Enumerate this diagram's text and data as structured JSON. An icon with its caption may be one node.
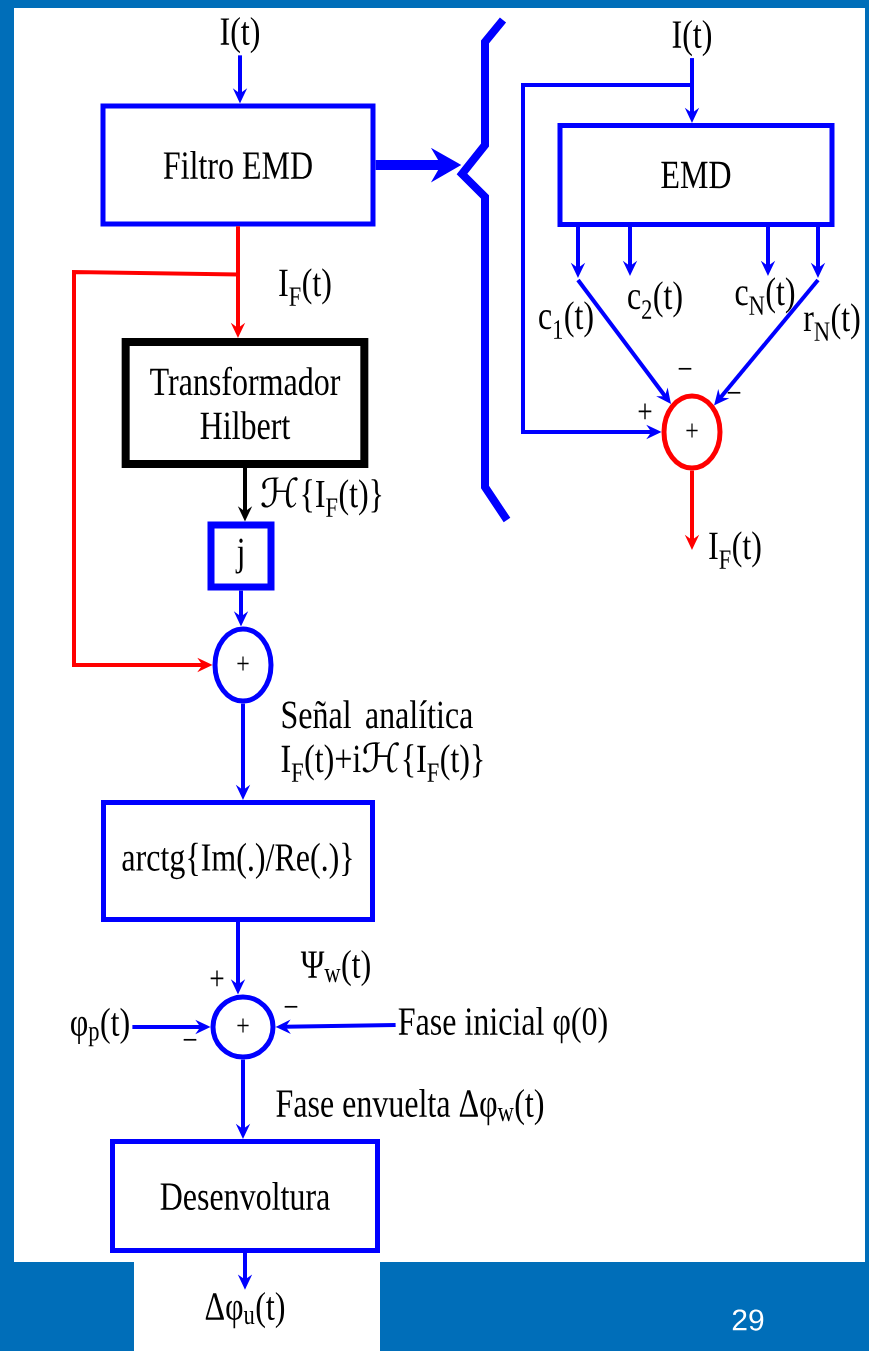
{
  "diagram": {
    "nodes": [
      {
        "text": [
          "I(t)"
        ]
      },
      {
        "text": [
          "Filtro EMD"
        ]
      },
      {
        "text": [
          "Transformador Hilbert"
        ]
      },
      {
        "text": [
          "j"
        ]
      },
      {
        "text": [
          "+"
        ]
      },
      {
        "text": [
          "arctg{Im(.)/Re(.)}"
        ]
      },
      {
        "text": [
          "+"
        ]
      },
      {
        "text": [
          "φ$_{p}$(t)"
        ]
      },
      {
        "text": [
          "Fase inicial φ(0)"
        ]
      },
      {
        "text": [
          "Desenvoltura"
        ]
      },
      {
        "text": [
          "Δφ$_{u}$(t)"
        ]
      },
      {
        "text": [
          "I(t)"
        ]
      },
      {
        "text": [
          "EMD"
        ]
      },
      {
        "text": [
          "c$_{1}$(t)"
        ]
      },
      {
        "text": [
          "c$_{2}$(t)"
        ]
      },
      {
        "text": [
          "c$_{N}$(t)"
        ]
      },
      {
        "text": [
          "r$_{N}$(t)"
        ]
      },
      {
        "text": [
          "+"
        ]
      },
      {
        "text": [
          "I$_{F}$(t)"
        ]
      },
      {
        "text": [],
        "shape": "brace"
      }
    ],
    "edges": [
      {
        "from": 0,
        "to": 1,
        "arrow": "to"
      },
      {
        "from": 1,
        "to": 2,
        "arrow": "to",
        "color": "#ff0000",
        "label": "I$_{F}$(t)"
      },
      {
        "from": 1,
        "to": 4,
        "arrow": "to",
        "color": "#ff0000"
      },
      {
        "from": 2,
        "to": 3,
        "arrow": "to",
        "color": "#000000",
        "label": "ℋ{I$_{F}$(t)}"
      },
      {
        "from": 3,
        "to": 4,
        "arrow": "to"
      },
      {
        "from": 4,
        "to": 5,
        "arrow": "to",
        "label": "Señal analítica I$_{F}$(t)+iℋ{I$_{F}$(t)}"
      },
      {
        "from": 5,
        "to": 6,
        "arrow": "to",
        "label": "Ψ$_{w}$(t)"
      },
      {
        "from": 7,
        "to": 6,
        "arrow": "to"
      },
      {
        "from": 8,
        "to": 6,
        "arrow": "to"
      },
      {
        "from": 6,
        "to": 9,
        "arrow": "to",
        "label": "Fase envuelta Δφ$_{w}$(t)"
      },
      {
        "from": 9,
        "to": 10,
        "arrow": "to"
      },
      {
        "from": 11,
        "to": 12,
        "arrow": "to"
      },
      {
        "from": 11,
        "to": 17,
        "arrow": "to"
      },
      {
        "from": 12,
        "to": 13,
        "arrow": "to"
      },
      {
        "from": 12,
        "to": 14,
        "arrow": "to"
      },
      {
        "from": 12,
        "to": 15,
        "arrow": "to"
      },
      {
        "from": 12,
        "to": 16,
        "arrow": "to"
      },
      {
        "from": 13,
        "to": 17,
        "arrow": "to"
      },
      {
        "from": 16,
        "to": 17,
        "arrow": "to"
      },
      {
        "from": 17,
        "to": 18,
        "arrow": "to",
        "color": "#ff0000"
      },
      {
        "from": 1,
        "to": 19,
        "arrow": "to",
        "style": "thick"
      }
    ],
    "labels": [
      "−",
      "−",
      "+",
      "+",
      "−",
      "−",
      "29"
    ]
  }
}
